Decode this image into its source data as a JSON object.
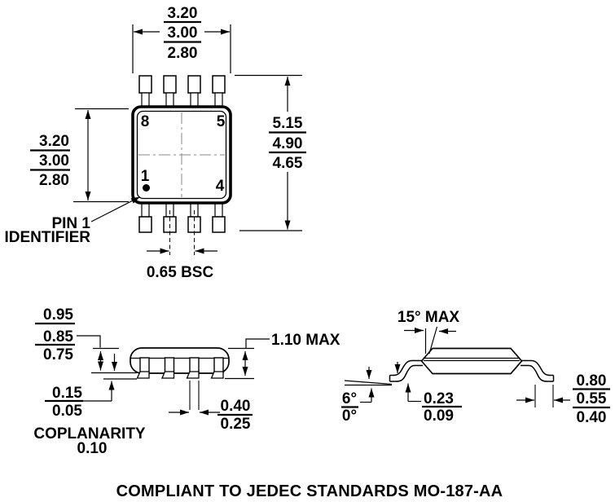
{
  "drawing": {
    "type": "IC package outline drawing (8-lead MSOP)",
    "colors": {
      "ink": "#000000",
      "paper": "#ffffff",
      "centerline": "#8a8a8a"
    },
    "top_view": {
      "pin_numbers": {
        "top_left": "8",
        "top_right": "5",
        "bottom_left": "1",
        "bottom_right": "4"
      },
      "pin1_label": {
        "line1": "PIN 1",
        "line2": "IDENTIFIER"
      },
      "body_width_dim": {
        "max": "3.20",
        "nom": "3.00",
        "min": "2.80"
      },
      "body_height_dim": {
        "max": "3.20",
        "nom": "3.00",
        "min": "2.80"
      },
      "lead_span_dim": {
        "max": "5.15",
        "nom": "4.90",
        "min": "4.65"
      },
      "pitch_dim": "0.65 BSC"
    },
    "side_view": {
      "body_thickness_dim": {
        "max": "0.95",
        "nom": "0.85",
        "min": "0.75"
      },
      "standoff_dim": {
        "max": "0.15",
        "min": "0.05"
      },
      "coplanarity": {
        "label": "COPLANARITY",
        "value": "0.10"
      },
      "overall_height_dim": "1.10 MAX",
      "lead_width_dim": {
        "max": "0.40",
        "min": "0.25"
      }
    },
    "end_view": {
      "draft_angle_dim": "15° MAX",
      "foot_angle_dim": {
        "max": "6°",
        "min": "0°"
      },
      "lead_thickness_dim": {
        "max": "0.23",
        "min": "0.09"
      },
      "foot_length_dim": {
        "max": "0.80",
        "nom": "0.55",
        "min": "0.40"
      }
    },
    "footer": {
      "compliance_note": "COMPLIANT TO JEDEC STANDARDS MO-187-AA"
    }
  }
}
